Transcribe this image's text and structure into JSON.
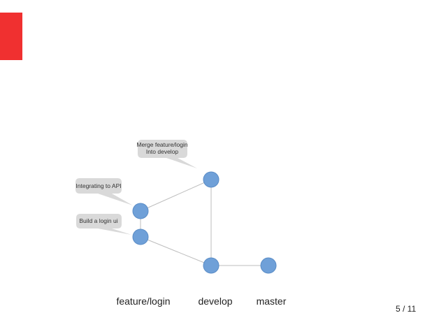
{
  "colors": {
    "accent": "#f03030",
    "node_fill": "#6fa0d8",
    "node_stroke": "#5a8cc6",
    "edge": "#bdbdbd",
    "callout_fill": "#d9d9d9"
  },
  "callouts": {
    "merge": [
      "Merge feature/login",
      "Into develop"
    ],
    "integrating": "Integrating to API",
    "build": "Build a login ui"
  },
  "branches": {
    "feature_login": "feature/login",
    "develop": "develop",
    "master": "master"
  },
  "page_number": "5 / 11"
}
